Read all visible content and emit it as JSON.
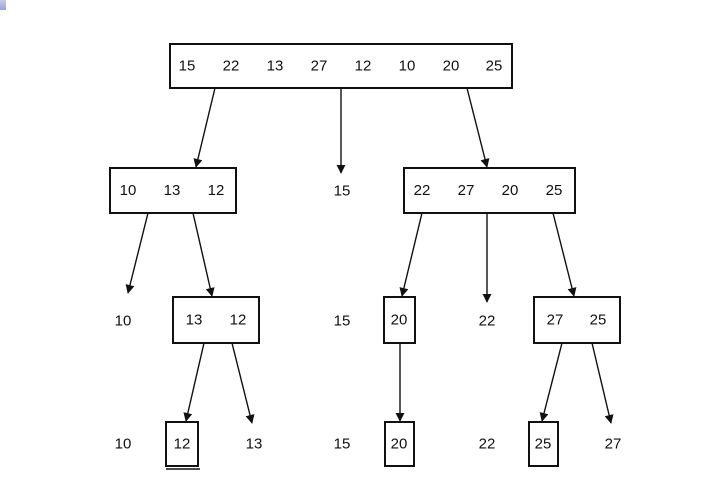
{
  "diagram": {
    "levels": [
      {
        "items": [
          {
            "id": "root",
            "boxed": true,
            "values": [
              "15",
              "22",
              "13",
              "27",
              "12",
              "10",
              "20",
              "25"
            ]
          }
        ]
      },
      {
        "items": [
          {
            "id": "l1-left",
            "boxed": true,
            "values": [
              "10",
              "13",
              "12"
            ]
          },
          {
            "id": "l1-pivot",
            "boxed": false,
            "values": [
              "15"
            ]
          },
          {
            "id": "l1-right",
            "boxed": true,
            "values": [
              "22",
              "27",
              "20",
              "25"
            ]
          }
        ]
      },
      {
        "items": [
          {
            "id": "l2-a",
            "boxed": false,
            "values": [
              "10"
            ]
          },
          {
            "id": "l2-b",
            "boxed": true,
            "values": [
              "13",
              "12"
            ]
          },
          {
            "id": "l2-c",
            "boxed": false,
            "values": [
              "15"
            ]
          },
          {
            "id": "l2-d",
            "boxed": true,
            "values": [
              "20"
            ]
          },
          {
            "id": "l2-e",
            "boxed": false,
            "values": [
              "22"
            ]
          },
          {
            "id": "l2-f",
            "boxed": true,
            "values": [
              "27",
              "25"
            ]
          }
        ]
      },
      {
        "items": [
          {
            "id": "l3-a",
            "boxed": false,
            "values": [
              "10"
            ]
          },
          {
            "id": "l3-b",
            "boxed": true,
            "underlined": true,
            "values": [
              "12"
            ]
          },
          {
            "id": "l3-c",
            "boxed": false,
            "values": [
              "13"
            ]
          },
          {
            "id": "l3-d",
            "boxed": false,
            "values": [
              "15"
            ]
          },
          {
            "id": "l3-e",
            "boxed": true,
            "values": [
              "20"
            ]
          },
          {
            "id": "l3-f",
            "boxed": false,
            "values": [
              "22"
            ]
          },
          {
            "id": "l3-g",
            "boxed": true,
            "values": [
              "25"
            ]
          },
          {
            "id": "l3-h",
            "boxed": false,
            "values": [
              "27"
            ]
          }
        ]
      }
    ],
    "edges": [
      {
        "from": "root",
        "to": "l1-left"
      },
      {
        "from": "root",
        "to": "l1-pivot"
      },
      {
        "from": "root",
        "to": "l1-right"
      },
      {
        "from": "l1-left",
        "to": "l2-a"
      },
      {
        "from": "l1-left",
        "to": "l2-b"
      },
      {
        "from": "l1-right",
        "to": "l2-d"
      },
      {
        "from": "l1-right",
        "to": "l2-e"
      },
      {
        "from": "l1-right",
        "to": "l2-f"
      },
      {
        "from": "l2-b",
        "to": "l3-b"
      },
      {
        "from": "l2-b",
        "to": "l3-c"
      },
      {
        "from": "l2-d",
        "to": "l3-e"
      },
      {
        "from": "l2-f",
        "to": "l3-g"
      },
      {
        "from": "l2-f",
        "to": "l3-h"
      }
    ]
  }
}
